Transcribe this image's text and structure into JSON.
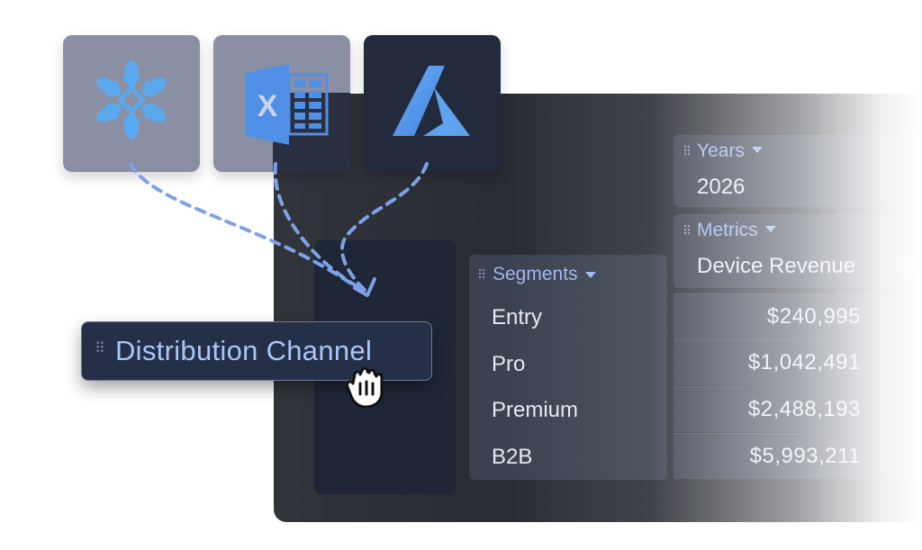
{
  "sources": [
    {
      "name": "Snowflake",
      "icon": "snowflake-icon"
    },
    {
      "name": "Excel",
      "icon": "excel-icon",
      "letter": "X"
    },
    {
      "name": "Azure",
      "icon": "azure-icon"
    }
  ],
  "drag_chip": {
    "label": "Distribution Channel"
  },
  "pivot": {
    "years": {
      "label": "Years",
      "value": "2026"
    },
    "metrics": {
      "label": "Metrics",
      "value": "Device Revenue",
      "next_value_partial": "Co"
    },
    "segments": {
      "label": "Segments",
      "rows": [
        "Entry",
        "Pro",
        "Premium",
        "B2B"
      ]
    },
    "device_revenue": [
      "$240,995",
      "$1,042,491",
      "$2,488,193",
      "$5,993,211"
    ]
  },
  "colors": {
    "accent_blue": "#9fb6ef",
    "chip_text": "#a9c6f7",
    "panel_bg": "#2b2e35",
    "card_bg": "#3a4150",
    "dashed_line": "#7ea2e8"
  }
}
